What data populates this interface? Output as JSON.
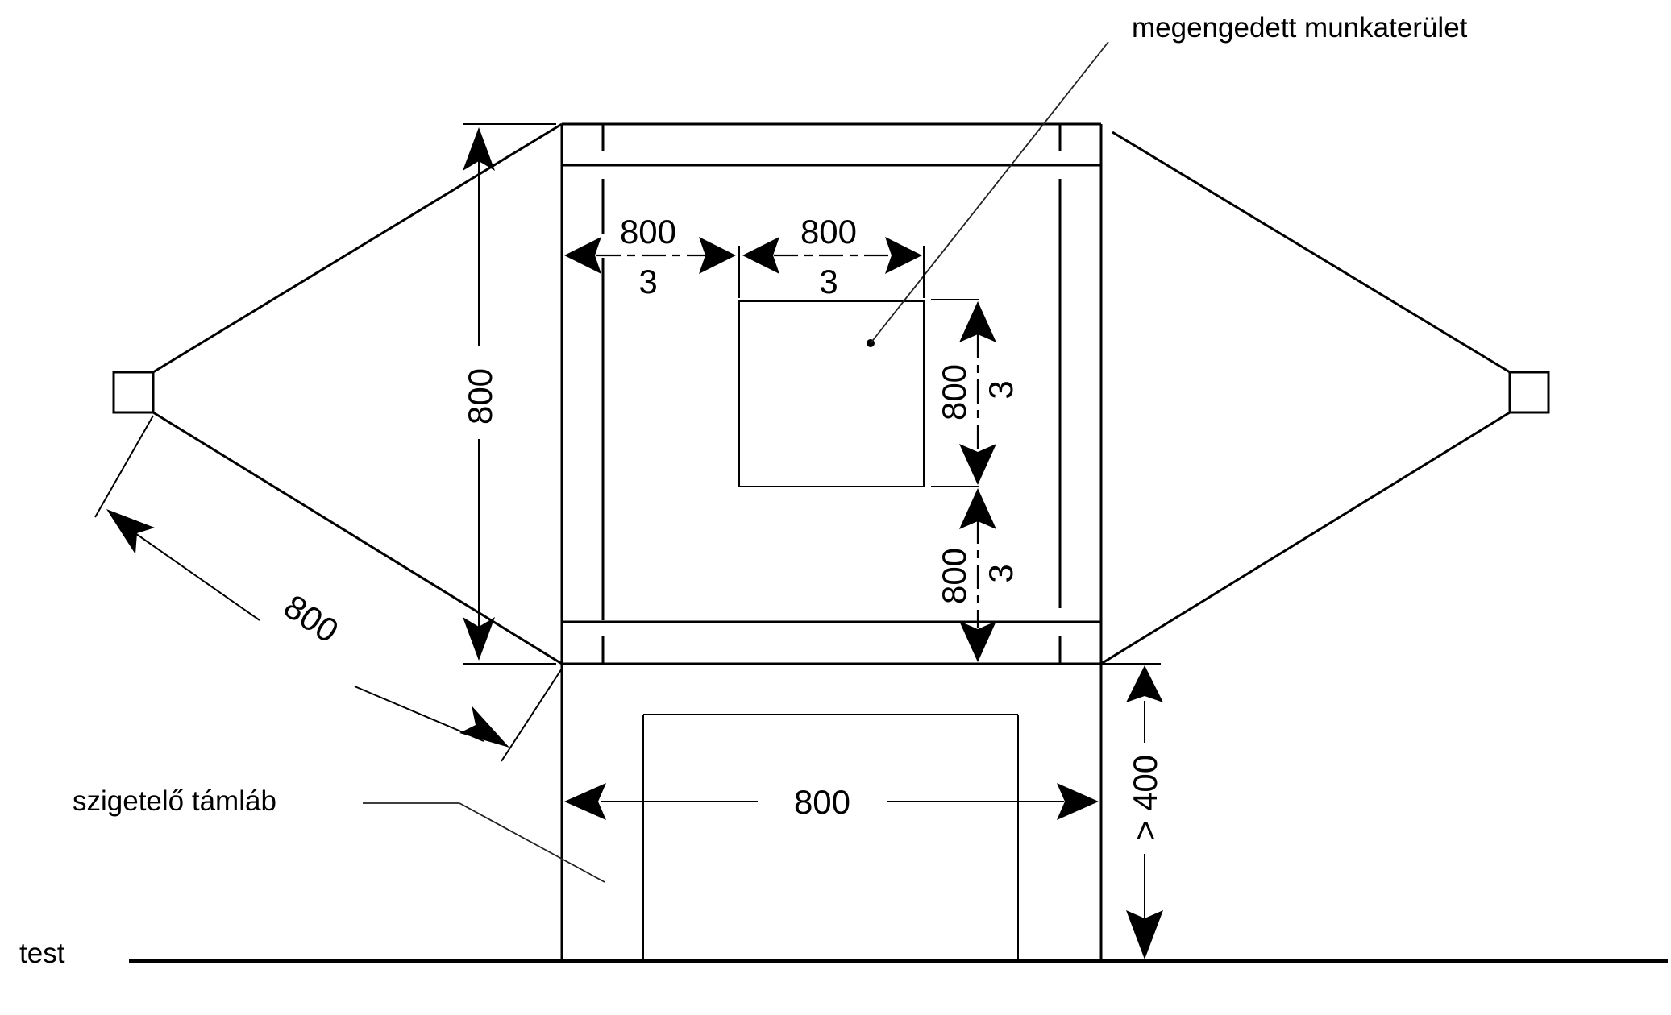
{
  "labels": {
    "permitted_area": "megengedett munkaterület",
    "insulating_support": "szigetelő támláb",
    "ground": "test"
  },
  "dimensions": {
    "frame_height": "800",
    "frame_width": "800",
    "diagonal": "800",
    "third_left_num": "800",
    "third_left_den": "3",
    "third_mid_num": "800",
    "third_mid_den": "3",
    "third_vert_upper_num": "800",
    "third_vert_upper_den": "3",
    "third_vert_lower_num": "800",
    "third_vert_lower_den": "3",
    "support_height": "> 400"
  }
}
